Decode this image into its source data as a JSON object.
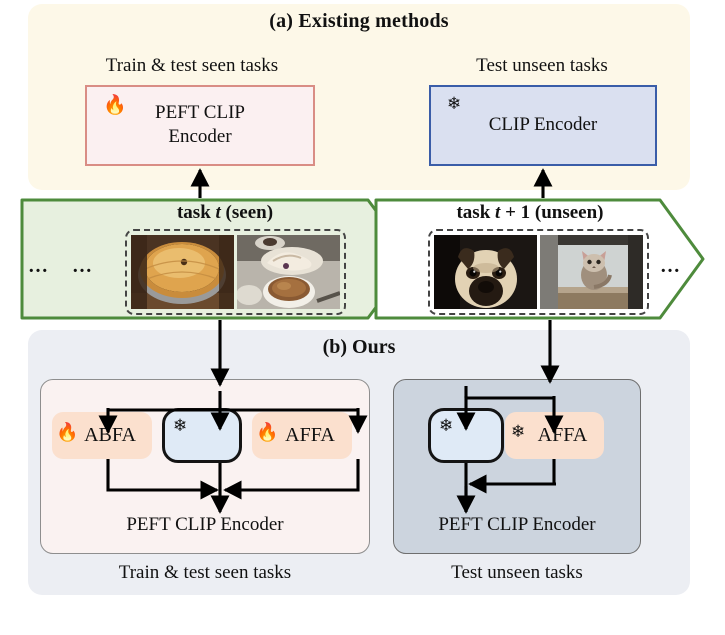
{
  "figure": {
    "domain": "diagram",
    "section_a": {
      "title": "(a) Existing methods",
      "panel_color": "#fdf8e8",
      "left": {
        "caption": "Train & test seen tasks",
        "box_label_line1": "PEFT CLIP",
        "box_label_line2": "Encoder",
        "icon": "fire-icon",
        "icon_glyph": "🔥",
        "border_color": "#d98d85",
        "fill_color": "#fbf0f1"
      },
      "right": {
        "caption": "Test unseen tasks",
        "box_label": "CLIP Encoder",
        "icon": "snowflake-icon",
        "icon_glyph": "❄",
        "border_color": "#3a5da8",
        "fill_color": "#dae0f0"
      }
    },
    "task_band": {
      "border_color": "#4e8b3c",
      "seen_fill": "#e7f0df",
      "unseen_fill": "#ffffff",
      "left_ellipsis_1": "…",
      "left_ellipsis_2": "…",
      "right_ellipsis": "…",
      "seen": {
        "label_prefix": "task ",
        "label_var": "t",
        "label_suffix": " (seen)",
        "thumbnails": [
          "pie-photo",
          "pastry-and-coffee-photo"
        ]
      },
      "unseen": {
        "label_prefix": "task ",
        "label_var": "t",
        "label_suffix": " + 1 (unseen)",
        "thumbnails": [
          "pug-dog-photo",
          "cat-in-window-photo"
        ]
      }
    },
    "section_b": {
      "title": "(b) Ours",
      "panel_color": "#eceef3",
      "left": {
        "caption": "Train & test seen tasks",
        "encoder_label": "PEFT CLIP Encoder",
        "fill_color": "#faf2f1",
        "modules": [
          {
            "label": "ABFA",
            "icon": "fire-icon",
            "icon_glyph": "🔥",
            "state": "trainable"
          },
          {
            "label": "",
            "icon": "snowflake-icon",
            "icon_glyph": "❄",
            "state": "frozen"
          },
          {
            "label": "AFFA",
            "icon": "fire-icon",
            "icon_glyph": "🔥",
            "state": "trainable"
          }
        ]
      },
      "right": {
        "caption": "Test unseen tasks",
        "encoder_label": "PEFT CLIP Encoder",
        "fill_color": "#ccd4de",
        "modules": [
          {
            "label": "",
            "icon": "snowflake-icon",
            "icon_glyph": "❄",
            "state": "frozen"
          },
          {
            "label": "AFFA",
            "icon": "snowflake-icon",
            "icon_glyph": "❄",
            "state": "frozen"
          }
        ]
      }
    },
    "colors": {
      "adapter_fill": "#fbe0ce",
      "core_fill": "#dfeaf6",
      "arrow": "#000000"
    }
  }
}
